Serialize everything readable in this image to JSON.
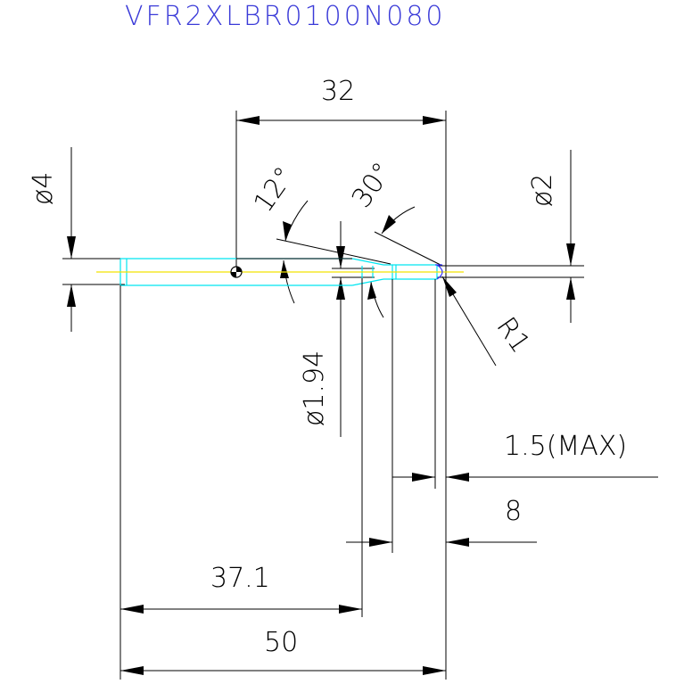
{
  "title": "VFR2XLBR0100N080",
  "colors": {
    "title": "#3a3ad8",
    "line": "#000000",
    "tool_outline": "#00e5f0",
    "centerline": "#f2e400",
    "tip": "#3030ff"
  },
  "dimensions": {
    "length_32": "32",
    "dia_4": "ø4",
    "angle_12": "12°",
    "angle_30": "30°",
    "dia_2": "ø2",
    "radius": "R1",
    "dia_194": "ø1.94",
    "max_15": "1.5(MAX)",
    "len_8": "8",
    "len_371": "37.1",
    "len_50": "50"
  }
}
